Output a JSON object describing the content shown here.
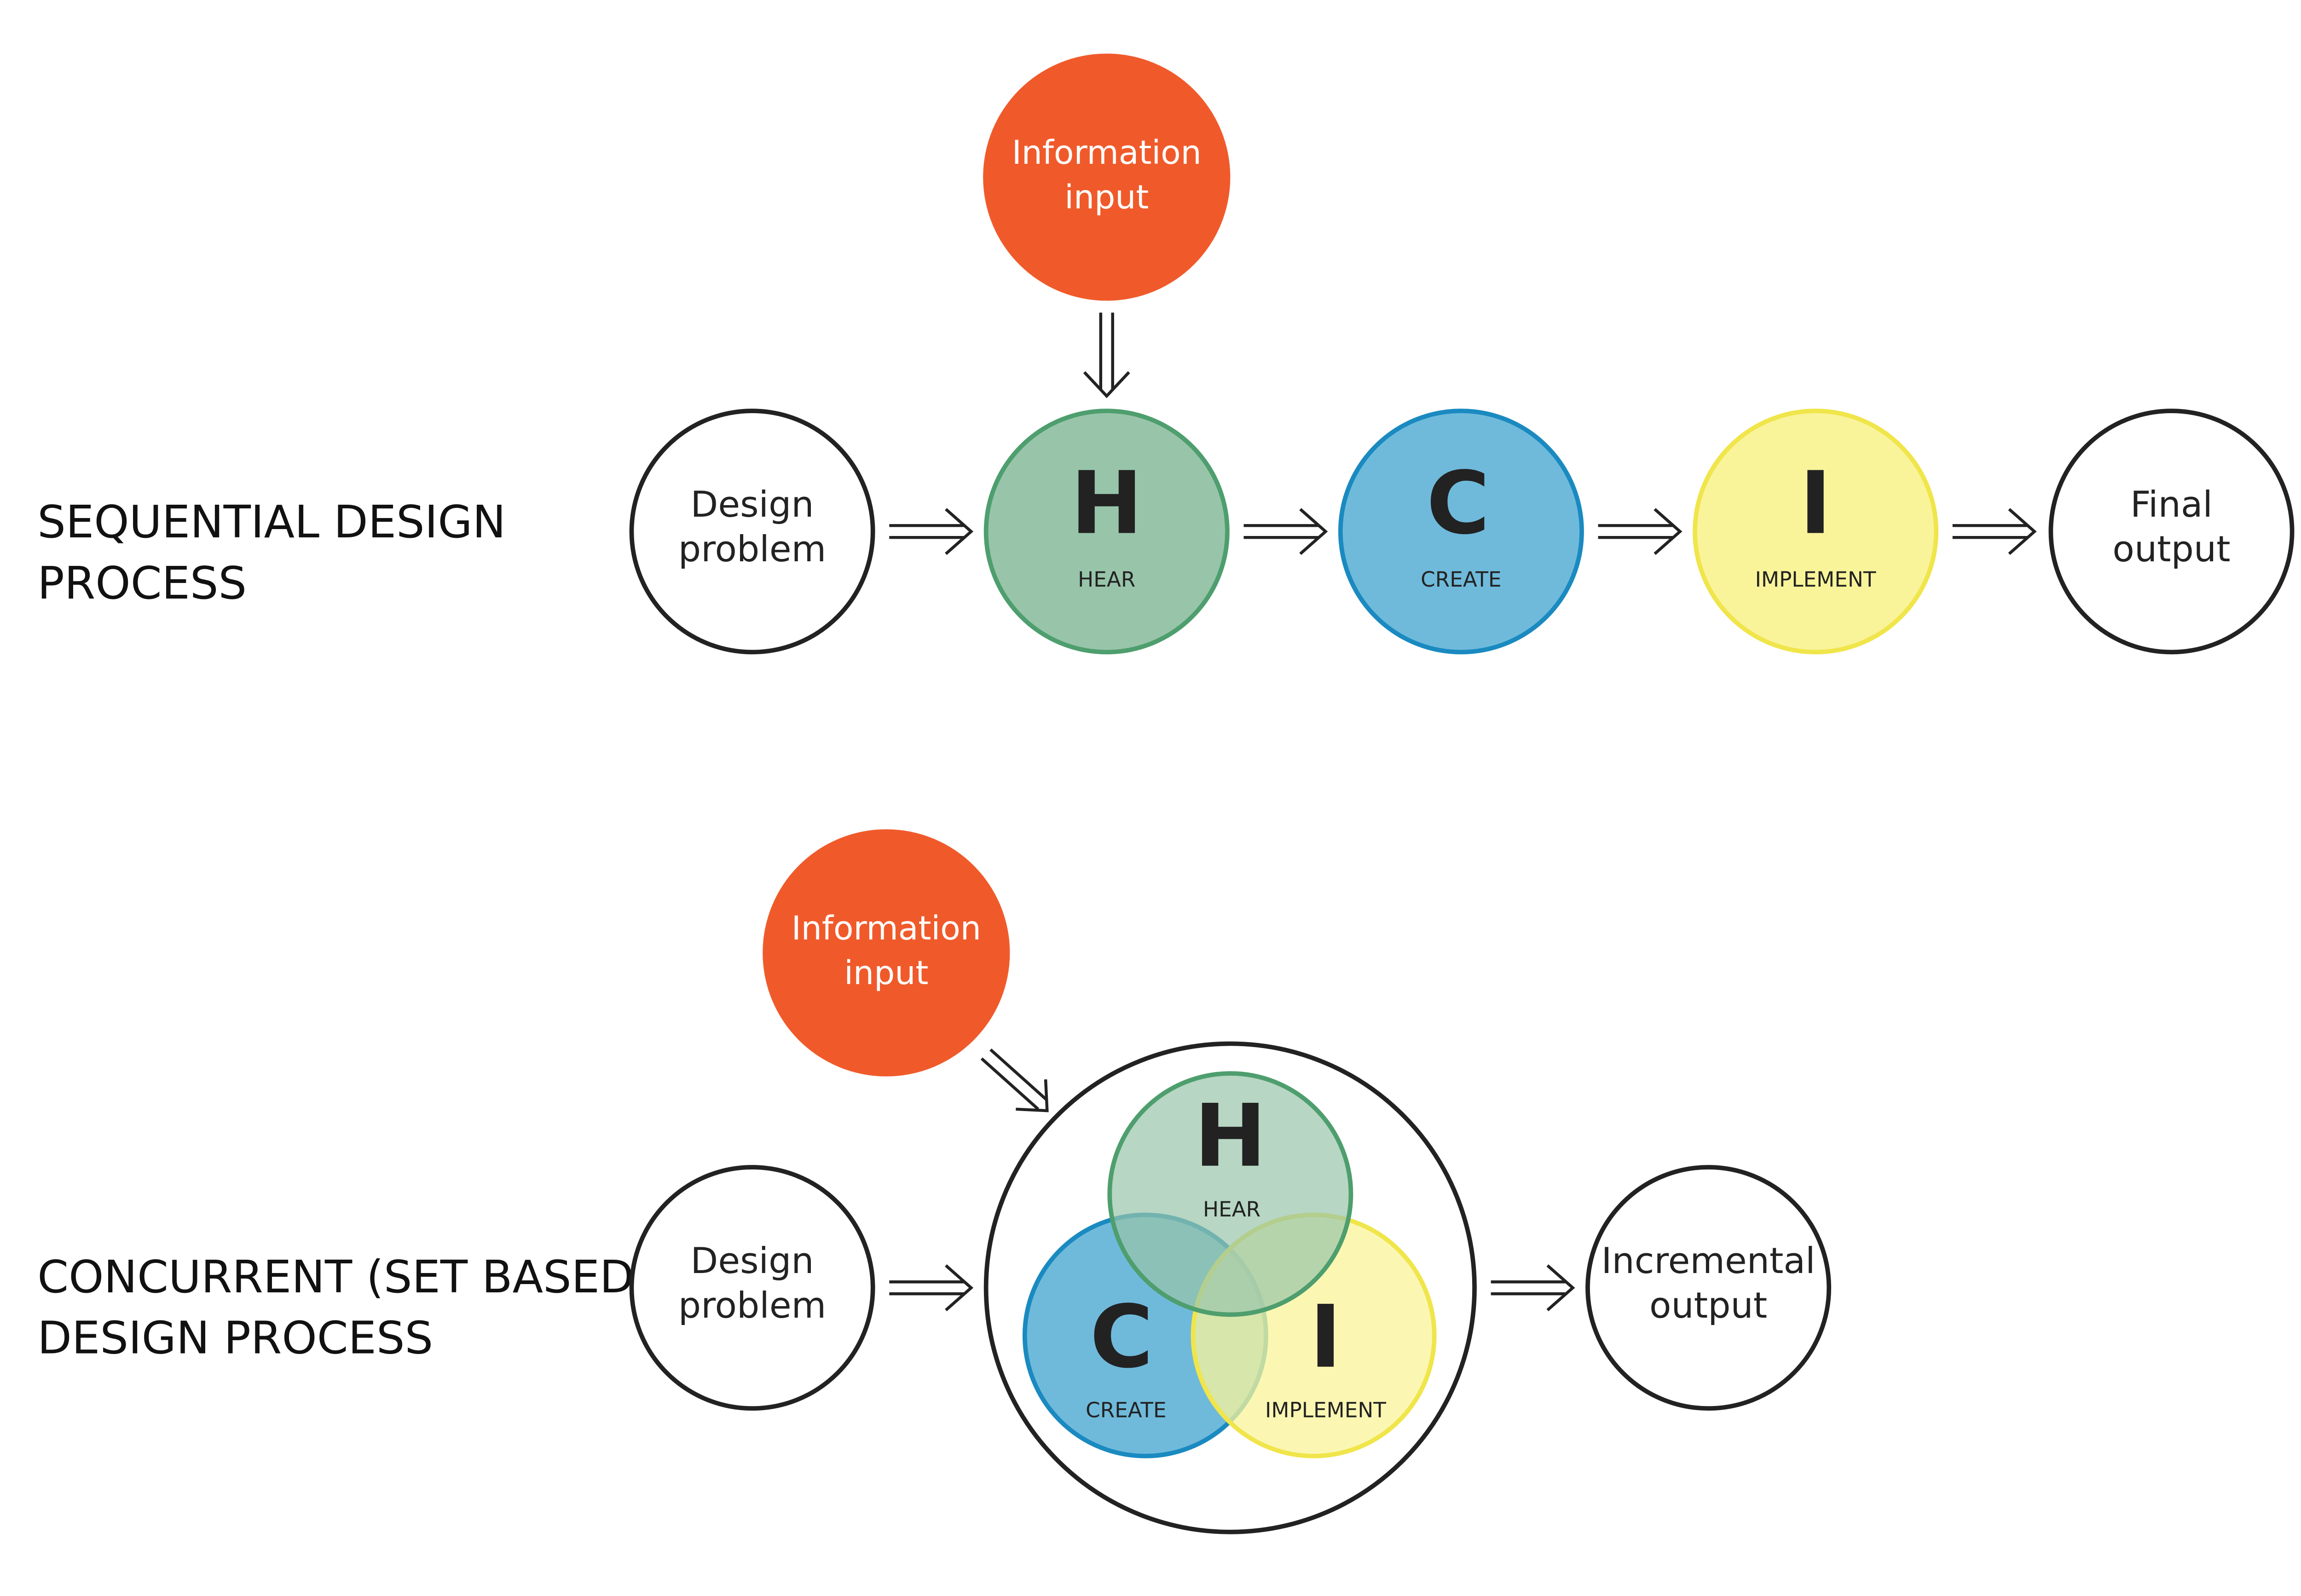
{
  "colors": {
    "info": "#F05A2B",
    "hear": "#98C5AA",
    "hear_stroke": "#4E9E6E",
    "create": "#6FBADB",
    "create_stroke": "#1A8AC0",
    "implement": "#F9F49A",
    "implement_stroke": "#F0E54A",
    "outline": "#222222"
  },
  "sequential": {
    "title_line1": "SEQUENTIAL DESIGN",
    "title_line2": "PROCESS",
    "info_line1": "Information",
    "info_line2": "input",
    "problem_line1": "Design",
    "problem_line2": "problem",
    "hear_letter": "H",
    "hear_label": "HEAR",
    "create_letter": "C",
    "create_label": "CREATE",
    "implement_letter": "I",
    "implement_label": "IMPLEMENT",
    "output_line1": "Final",
    "output_line2": "output"
  },
  "concurrent": {
    "title_line1": "CONCURRENT (SET BASED)",
    "title_line2": "DESIGN PROCESS",
    "info_line1": "Information",
    "info_line2": "input",
    "problem_line1": "Design",
    "problem_line2": "problem",
    "hear_letter": "H",
    "hear_label": "HEAR",
    "create_letter": "C",
    "create_label": "CREATE",
    "implement_letter": "I",
    "implement_label": "IMPLEMENT",
    "output_line1": "Incremental",
    "output_line2": "output"
  }
}
